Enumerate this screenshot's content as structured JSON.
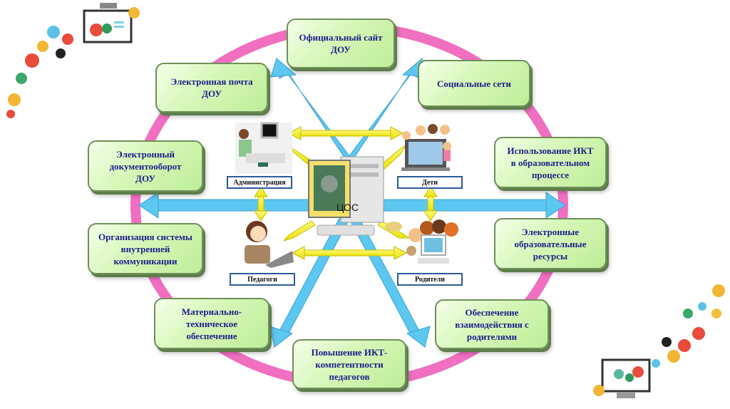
{
  "diagram": {
    "center": {
      "label": "ЦОС",
      "icon": "computer-with-emblem"
    },
    "outer_boxes": [
      {
        "id": "official-site",
        "label": "Официальный сайт\nДОУ"
      },
      {
        "id": "social-networks",
        "label": "Социальные сети"
      },
      {
        "id": "ict-usage",
        "label": "Использование ИКТ\nв образовательном\nпроцессе"
      },
      {
        "id": "e-resources",
        "label": "Электронные\nобразовательные\nресурсы"
      },
      {
        "id": "parent-interaction",
        "label": "Обеспечение\nвзаимодействия с\nродителями"
      },
      {
        "id": "teacher-ict",
        "label": "Повышение ИКТ-\nкомпетентности\nпедагогов"
      },
      {
        "id": "material-support",
        "label": "Материально-\nтехническое\nобеспечение"
      },
      {
        "id": "internal-communication",
        "label": "Организация системы\nвнутренней\nкоммуникации"
      },
      {
        "id": "e-document-flow",
        "label": "Электронный\nдокументооборот\nДОУ"
      },
      {
        "id": "email",
        "label": "Электронная почта\nДОУ"
      }
    ],
    "participants": [
      {
        "id": "administration",
        "label": "Администрация",
        "icon": "admin-at-desk"
      },
      {
        "id": "children",
        "label": "Дети",
        "icon": "children-with-laptop"
      },
      {
        "id": "teachers",
        "label": "Педагоги",
        "icon": "teacher-with-laptop"
      },
      {
        "id": "parents",
        "label": "Родители",
        "icon": "family-with-computer"
      }
    ],
    "colors": {
      "ring": "#f06fc0",
      "blue_arrows": "#5cc7f0",
      "yellow_arrows": "#f5f230",
      "box_text": "#1b1f8a",
      "box_fill": "#d2f5b2",
      "label_border": "#2d5b9a"
    },
    "decorations": [
      "tech-icons-cluster-top-left",
      "tech-icons-cluster-bottom-right"
    ]
  }
}
